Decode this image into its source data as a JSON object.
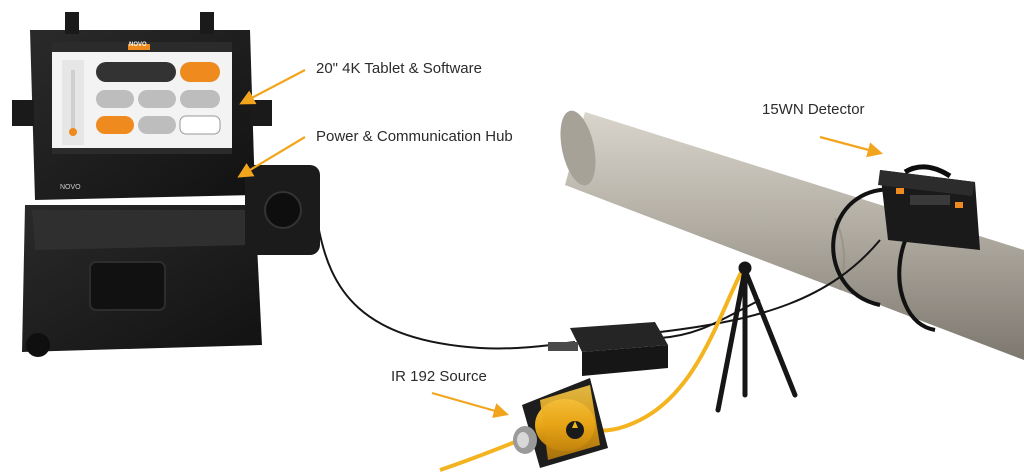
{
  "labels": {
    "tablet": "20\" 4K Tablet & Software",
    "hub": "Power & Communication Hub",
    "detector": "15WN Detector",
    "source": "IR 192 Source"
  },
  "brand": {
    "logo": "NOVO",
    "case_label": "NOVO"
  },
  "colors": {
    "arrow": "#f2a51c",
    "accent_orange": "#ef8a1e",
    "case_black": "#1c1c1c",
    "source_yellow": "#f0b61b",
    "cable_yellow": "#f3b41f",
    "pipe": "#b8b3a9"
  }
}
